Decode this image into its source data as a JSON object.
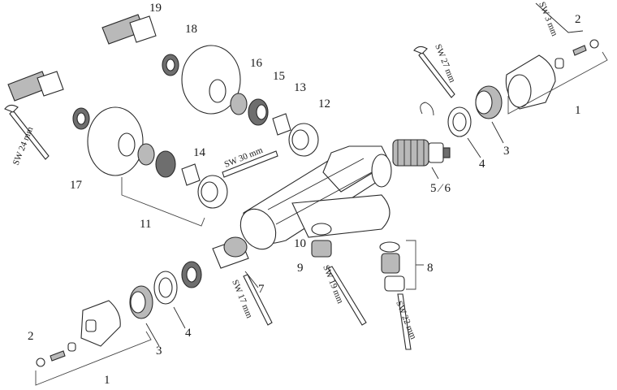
{
  "callouts": {
    "n1_top": "1",
    "n1_bottom": "1",
    "n2_top": "2",
    "n2_bottom": "2",
    "n3_right": "3",
    "n3_left": "3",
    "n4_right": "4",
    "n4_left": "4",
    "n5_6": "5 ⁄ 6",
    "n7": "7",
    "n8": "8",
    "n9": "9",
    "n10": "10",
    "n11": "11",
    "n12": "12",
    "n13": "13",
    "n14": "14",
    "n15": "15",
    "n16": "16",
    "n17": "17",
    "n18": "18",
    "n19": "19"
  },
  "wrench_sizes": {
    "sw3": "SW 3 mm",
    "sw27": "SW 27 mm",
    "sw24": "SW 24 mm",
    "sw30": "SW 30 mm",
    "sw17": "SW 17 mm",
    "sw19": "SW 19 mm",
    "sw22": "SW 22 mm"
  },
  "icons": {
    "wrench": "open-end-wrench-icon",
    "hex_key": "allen-key-icon"
  }
}
